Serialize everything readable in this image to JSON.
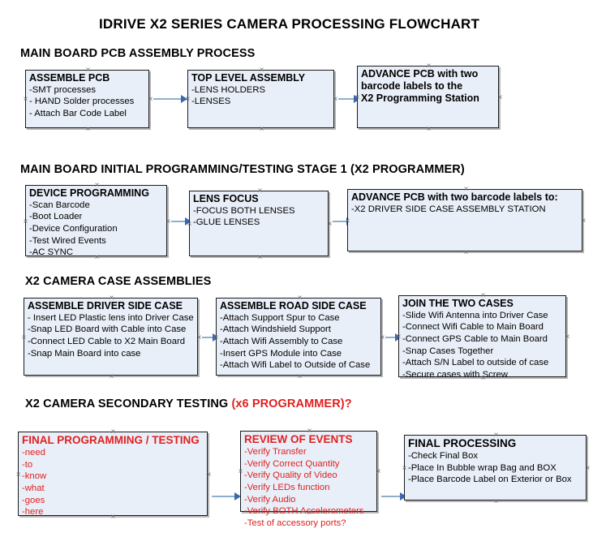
{
  "document": {
    "title": "IDRIVE X2  SERIES CAMERA PROCESSING FLOWCHART"
  },
  "sections": [
    {
      "id": "main-board-pcb-assembly",
      "title": "MAIN BOARD PCB ASSEMBLY PROCESS",
      "title_accent": ""
    },
    {
      "id": "main-board-initial-programming",
      "title": "MAIN BOARD INITIAL PROGRAMMING/TESTING STAGE 1 (X2 PROGRAMMER)",
      "title_accent": ""
    },
    {
      "id": "x2-camera-case-assemblies",
      "title": "X2 CAMERA CASE ASSEMBLIES",
      "title_accent": ""
    },
    {
      "id": "x2-camera-secondary-testing",
      "title": "X2 CAMERA SECONDARY TESTING ",
      "title_accent": "(x6 PROGRAMMER)?"
    }
  ],
  "nodes": [
    {
      "id": "assemble-pcb",
      "title": "ASSEMBLE PCB",
      "lines": [
        "-SMT processes",
        "- HAND Solder processes",
        "- Attach Bar Code Label"
      ]
    },
    {
      "id": "top-level-assembly",
      "title": "TOP LEVEL ASSEMBLY",
      "lines": [
        "-LENS HOLDERS",
        "-LENSES"
      ]
    },
    {
      "id": "advance-pcb-programming-station",
      "title": "ADVANCE PCB with two",
      "lines": [
        "barcode labels to the",
        " X2 Programming Station"
      ]
    },
    {
      "id": "device-programming",
      "title": "DEVICE PROGRAMMING",
      "lines": [
        "-Scan Barcode",
        "-Boot Loader",
        "-Device Configuration",
        "-Test Wired Events",
        "-AC SYNC"
      ]
    },
    {
      "id": "lens-focus",
      "title": "LENS FOCUS",
      "lines": [
        "-FOCUS BOTH LENSES",
        "-GLUE LENSES"
      ]
    },
    {
      "id": "advance-pcb-driver-side-case",
      "title": "ADVANCE PCB with two barcode labels to:",
      "lines": [
        "-X2 DRIVER  SIDE  CASE  ASSEMBLY STATION"
      ]
    },
    {
      "id": "assemble-driver-side-case",
      "title": "ASSEMBLE DRIVER SIDE CASE",
      "lines": [
        "- Insert LED Plastic lens into Driver Case",
        "-Snap LED Board with Cable into Case",
        "-Connect LED Cable to X2 Main Board",
        "-Snap Main Board into case"
      ]
    },
    {
      "id": "assemble-road-side-case",
      "title": "ASSEMBLE ROAD SIDE CASE",
      "lines": [
        "-Attach Support Spur to Case",
        "-Attach Windshield Support",
        "-Attach Wifi Assembly to Case",
        "-Insert GPS Module into Case",
        "-Attach Wifi Label to Outside of Case"
      ]
    },
    {
      "id": "join-the-two-cases",
      "title": "JOIN THE TWO CASES",
      "lines": [
        "-Slide Wifi Antenna into Driver Case",
        "-Connect Wifi Cable to Main Board",
        "-Connect GPS Cable to Main Board",
        "-Snap Cases Together",
        "-Attach S/N Label to outside of case",
        "-Secure cases with Screw"
      ]
    },
    {
      "id": "final-programming-testing",
      "title": "FINAL PROGRAMMING / TESTING",
      "lines": [
        "-need",
        "-to",
        "-know",
        "-what",
        "-goes",
        "-here"
      ]
    },
    {
      "id": "review-of-events",
      "title": "REVIEW OF EVENTS",
      "lines": [
        "-Verify Transfer",
        "-Verify Correct Quantity",
        "-Verify Quality of Video",
        "-Verify LEDs function",
        "-Verify Audio",
        "-Verify BOTH Accelerometers",
        "-Test of accessory ports?"
      ]
    },
    {
      "id": "final-processing",
      "title": "FINAL PROCESSING",
      "lines": [
        " -Check Final Box",
        "-Place In Bubble wrap Bag and BOX",
        "-Place Barcode Label on Exterior or Box"
      ]
    }
  ],
  "colors": {
    "node_fill": "#e9eff8",
    "node_border": "#1a1a1a",
    "connector": "#8fb0cc",
    "arrowhead": "#3a67b0",
    "accent_red": "#e02020",
    "text": "#000000"
  }
}
